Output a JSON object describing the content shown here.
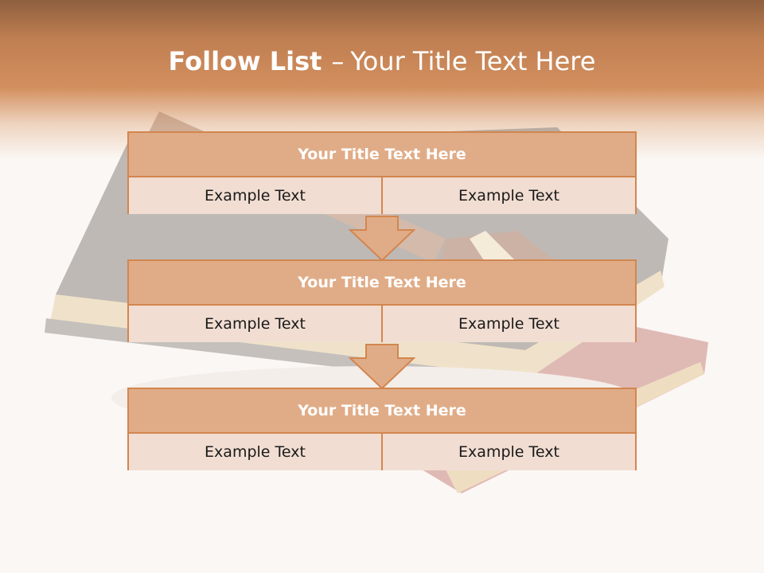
{
  "slide": {
    "title_bold": "Follow List",
    "title_separator": "–",
    "title_rest": "Your Title Text Here"
  },
  "blocks": [
    {
      "title": "Your Title Text Here",
      "left": "Example Text",
      "right": "Example Text"
    },
    {
      "title": "Your Title Text Here",
      "left": "Example Text",
      "right": "Example Text"
    },
    {
      "title": "Your Title Text Here",
      "left": "Example Text",
      "right": "Example Text"
    }
  ],
  "colors": {
    "accent": "#d2864f",
    "header_fill": "#e0ac87",
    "cell_fill": "#f1ddd2"
  }
}
